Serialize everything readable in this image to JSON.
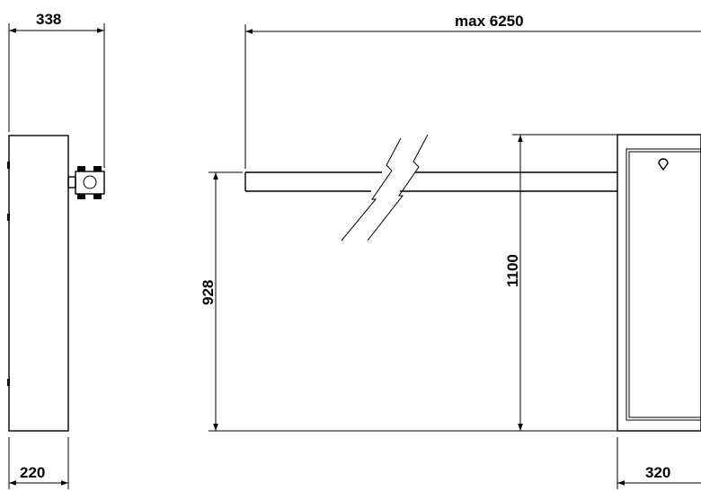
{
  "diagram": {
    "dimensions": {
      "side_depth_top": "338",
      "side_width_bottom": "220",
      "boom_length": "max 6250",
      "boom_height": "928",
      "cabinet_height": "1100",
      "cabinet_width": "320"
    },
    "colors": {
      "line": "#000000",
      "background": "#ffffff"
    }
  }
}
